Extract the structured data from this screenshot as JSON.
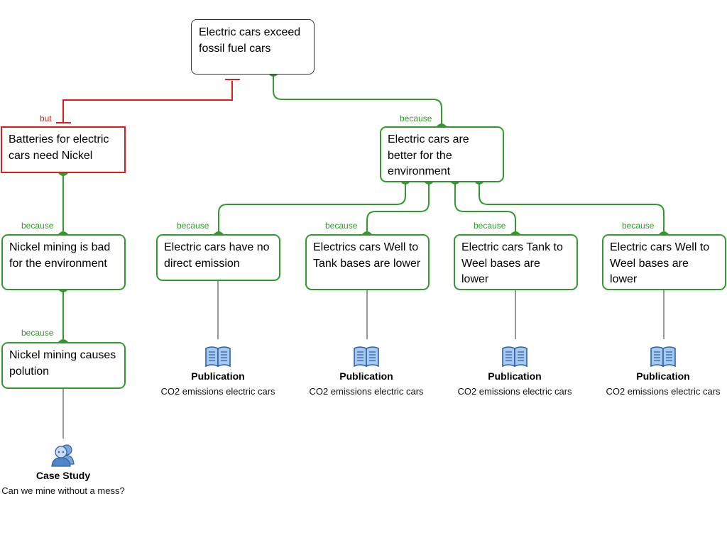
{
  "claim": {
    "text": "Electric cars exceed fossil fuel cars"
  },
  "objection": {
    "text": "Batteries for electric cars need Nickel",
    "connector": "but"
  },
  "reason_main": {
    "text": "Electric cars are better for the environment",
    "connector": "because"
  },
  "left_chain": {
    "r1": {
      "text": "Nickel mining is bad for the environment",
      "connector": "because"
    },
    "r2": {
      "text": "Nickel mining causes polution",
      "connector": "because"
    }
  },
  "reasons": [
    {
      "text": "Electric cars have no direct emission",
      "connector": "because"
    },
    {
      "text": "Electrics cars Well to Tank bases are lower",
      "connector": "because"
    },
    {
      "text": "Electric cars Tank to Weel bases are lower",
      "connector": "because"
    },
    {
      "text": "Electric cars Well to Weel bases are lower",
      "connector": "because"
    }
  ],
  "case_study": {
    "kind": "Case Study",
    "title": "Can we mine without a mess?",
    "icon": "people-icon"
  },
  "publications": [
    {
      "kind": "Publication",
      "title": "CO2 emissions electric cars",
      "icon": "book-icon"
    },
    {
      "kind": "Publication",
      "title": "CO2 emissions electric cars",
      "icon": "book-icon"
    },
    {
      "kind": "Publication",
      "title": "CO2 emissions electric cars",
      "icon": "book-icon"
    },
    {
      "kind": "Publication",
      "title": "CO2 emissions electric cars",
      "icon": "book-icon"
    }
  ],
  "colors": {
    "support": "#33992f",
    "objection": "#e01b1b",
    "claim_border": "#333333"
  }
}
